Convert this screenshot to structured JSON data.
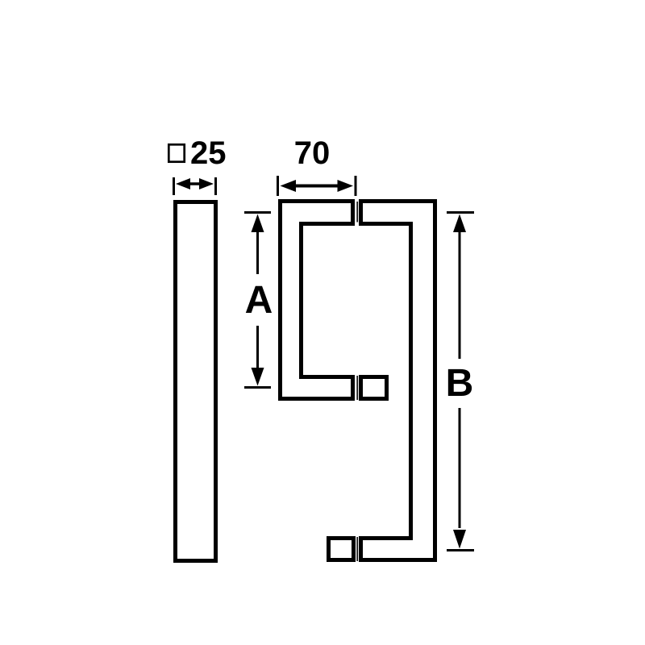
{
  "drawing": {
    "background_color": "#ffffff",
    "line_color": "#000000",
    "labels": {
      "section_value": "25",
      "projection_value": "70",
      "centres_short": "A",
      "centres_long": "B"
    },
    "icons": {
      "section_symbol": "square-outline-icon"
    }
  }
}
